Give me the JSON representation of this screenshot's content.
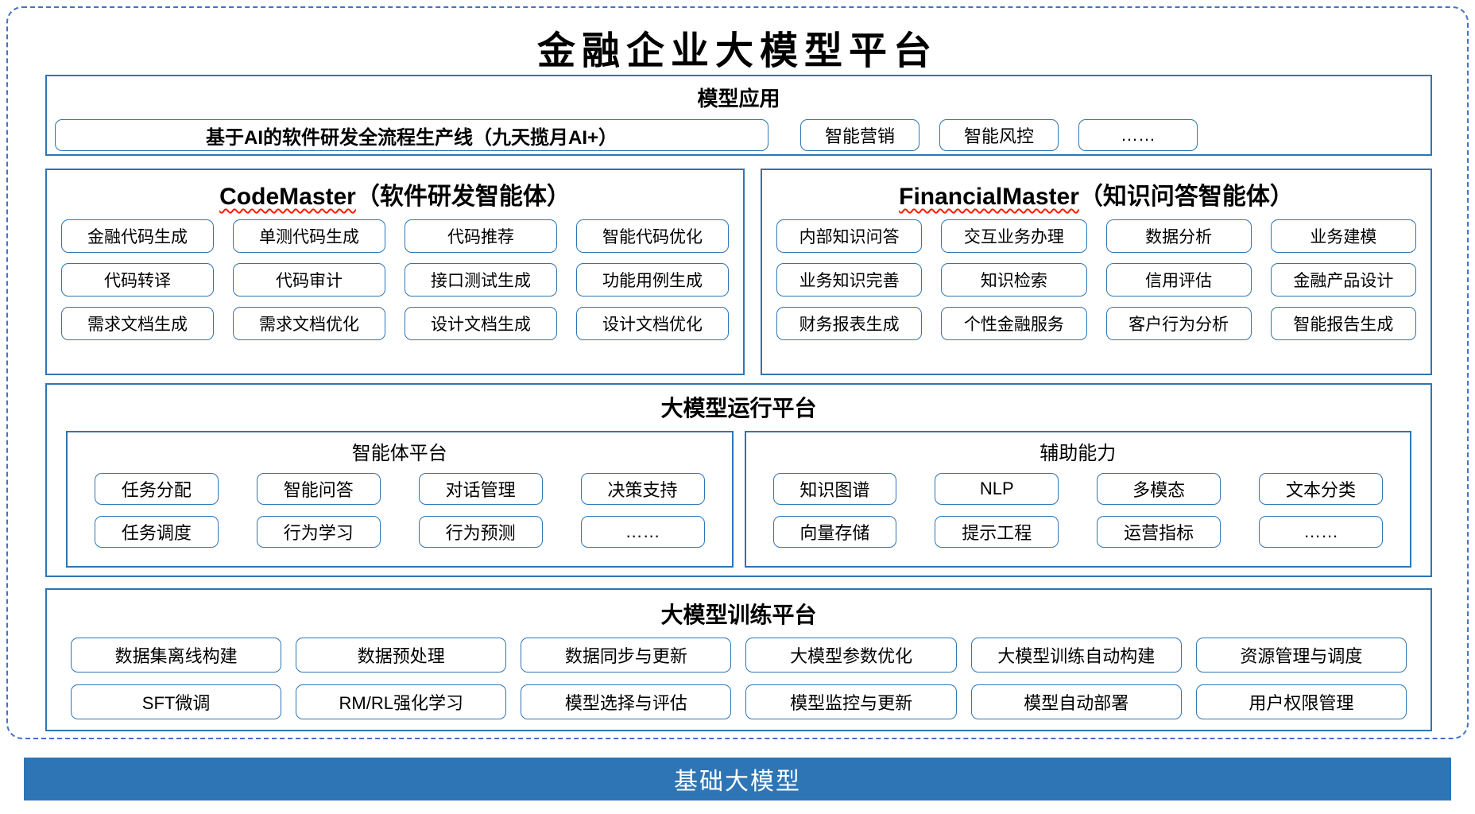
{
  "title": "金融企业大模型平台",
  "colors": {
    "panel_border": "#2E75B6",
    "dashed_border": "#4472C4",
    "bar_background": "#2E75B6",
    "wavy_underline": "#FF1A00"
  },
  "model_app": {
    "header": "模型应用",
    "main_box": "基于AI的软件研发全流程生产线（九天揽月AI+）",
    "boxes": [
      "智能营销",
      "智能风控",
      "……"
    ]
  },
  "agents": [
    {
      "name_en": "CodeMaster",
      "name_zh": "（软件研发智能体）",
      "items": [
        [
          "金融代码生成",
          "单测代码生成",
          "代码推荐",
          "智能代码优化"
        ],
        [
          "代码转译",
          "代码审计",
          "接口测试生成",
          "功能用例生成"
        ],
        [
          "需求文档生成",
          "需求文档优化",
          "设计文档生成",
          "设计文档优化"
        ]
      ]
    },
    {
      "name_en": "FinancialMaster",
      "name_zh": "（知识问答智能体）",
      "items": [
        [
          "内部知识问答",
          "交互业务办理",
          "数据分析",
          "业务建模"
        ],
        [
          "业务知识完善",
          "知识检索",
          "信用评估",
          "金融产品设计"
        ],
        [
          "财务报表生成",
          "个性金融服务",
          "客户行为分析",
          "智能报告生成"
        ]
      ]
    }
  ],
  "runtime": {
    "header": "大模型运行平台",
    "panels": [
      {
        "title": "智能体平台",
        "items": [
          [
            "任务分配",
            "智能问答",
            "对话管理",
            "决策支持"
          ],
          [
            "任务调度",
            "行为学习",
            "行为预测",
            "……"
          ]
        ]
      },
      {
        "title": "辅助能力",
        "items": [
          [
            "知识图谱",
            "NLP",
            "多模态",
            "文本分类"
          ],
          [
            "向量存储",
            "提示工程",
            "运营指标",
            "……"
          ]
        ]
      }
    ]
  },
  "training": {
    "header": "大模型训练平台",
    "items": [
      [
        "数据集离线构建",
        "数据预处理",
        "数据同步与更新",
        "大模型参数优化",
        "大模型训练自动构建",
        "资源管理与调度"
      ],
      [
        "SFT微调",
        "RM/RL强化学习",
        "模型选择与评估",
        "模型监控与更新",
        "模型自动部署",
        "用户权限管理"
      ]
    ]
  },
  "foundation_bar": "基础大模型"
}
